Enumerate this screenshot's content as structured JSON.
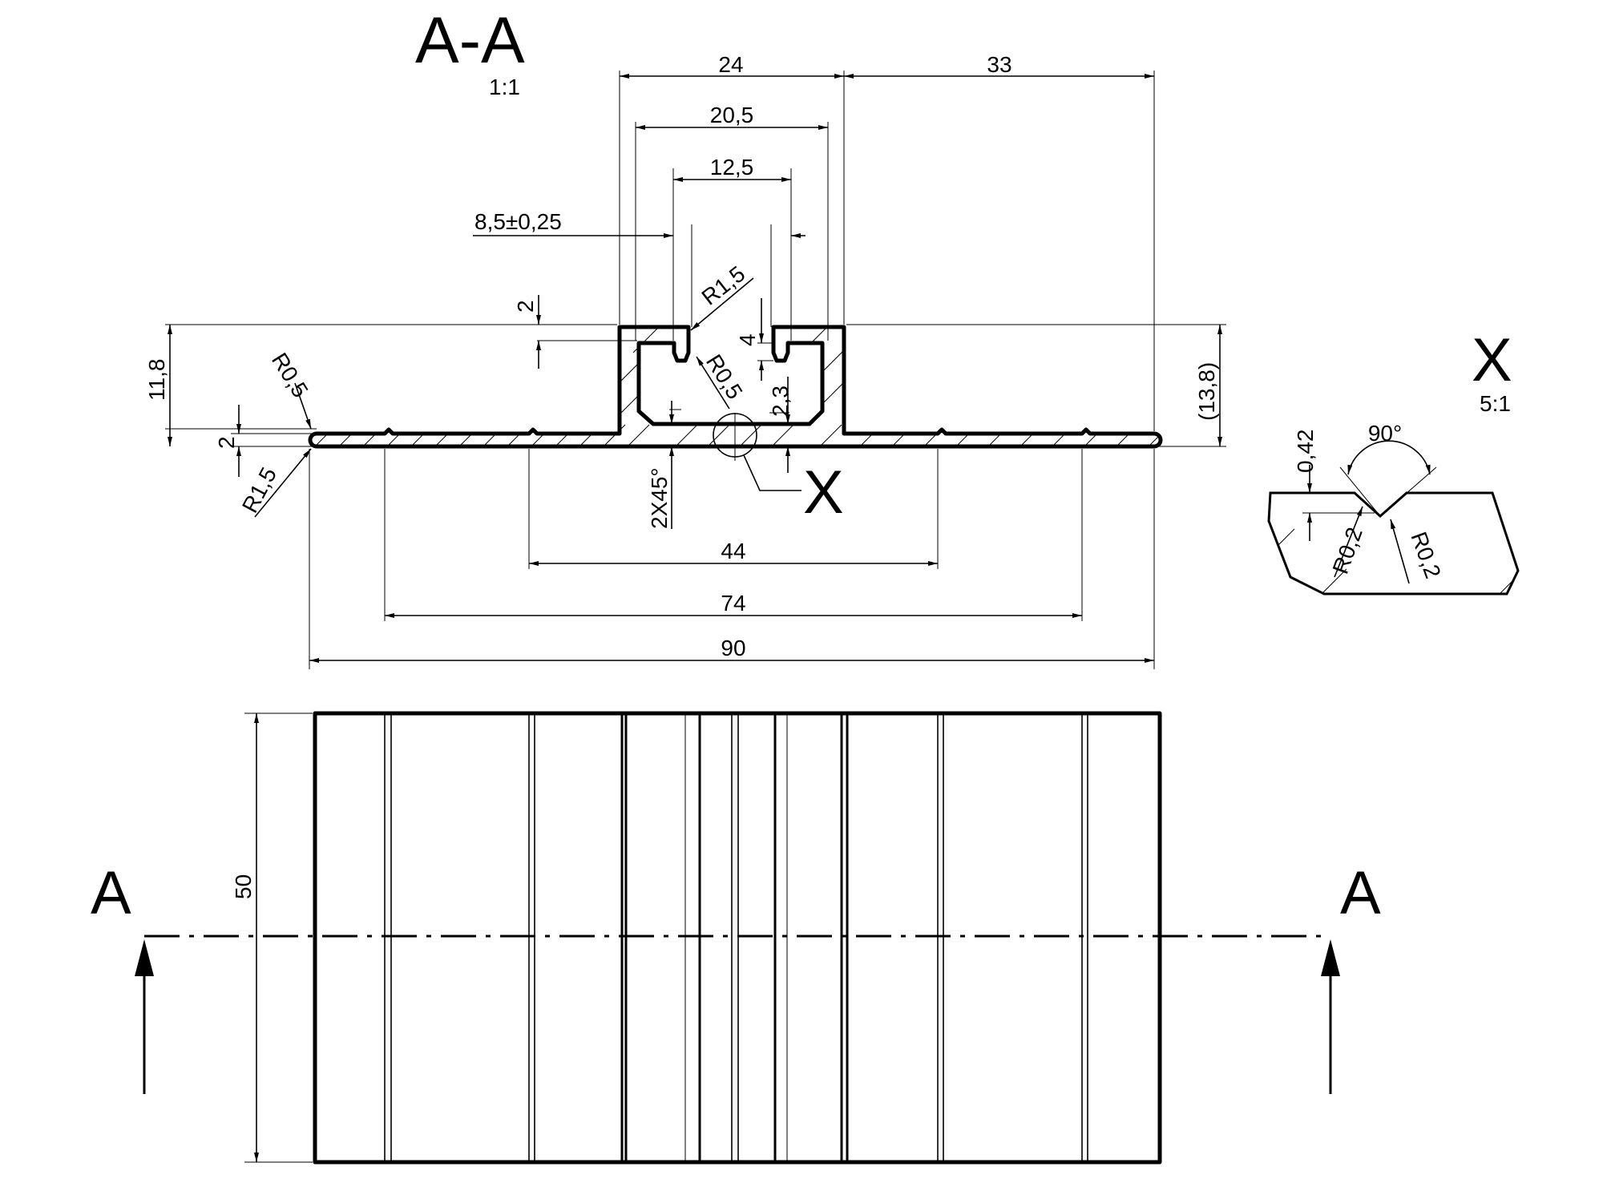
{
  "section_view": {
    "title": "A-A",
    "scale": "1:1",
    "dimensions": {
      "width_24": "24",
      "width_33": "33",
      "width_20_5": "20,5",
      "width_12_5": "12,5",
      "slot_8_5": "8,5±0,25",
      "lip_2": "2",
      "depth_4": "4",
      "radius_r1_5_top": "R1,5",
      "radius_r0_5_inner": "R0,5",
      "height_2_3": "2,3",
      "height_11_8": "11,8",
      "height_13_8": "(13,8)",
      "radius_r0_5_edge": "R0,5",
      "thickness_2": "2",
      "radius_r1_5_edge": "R1,5",
      "chamfer": "2X45°",
      "groove_44": "44",
      "groove_74": "74",
      "width_90": "90"
    },
    "detail_callout": "X"
  },
  "detail_view": {
    "title": "X",
    "scale": "5:1",
    "angle": "90°",
    "depth": "0,42",
    "radius_left": "R0,2",
    "radius_right": "R0,2"
  },
  "plan_view": {
    "height_50": "50",
    "section_label_left": "A",
    "section_label_right": "A"
  }
}
